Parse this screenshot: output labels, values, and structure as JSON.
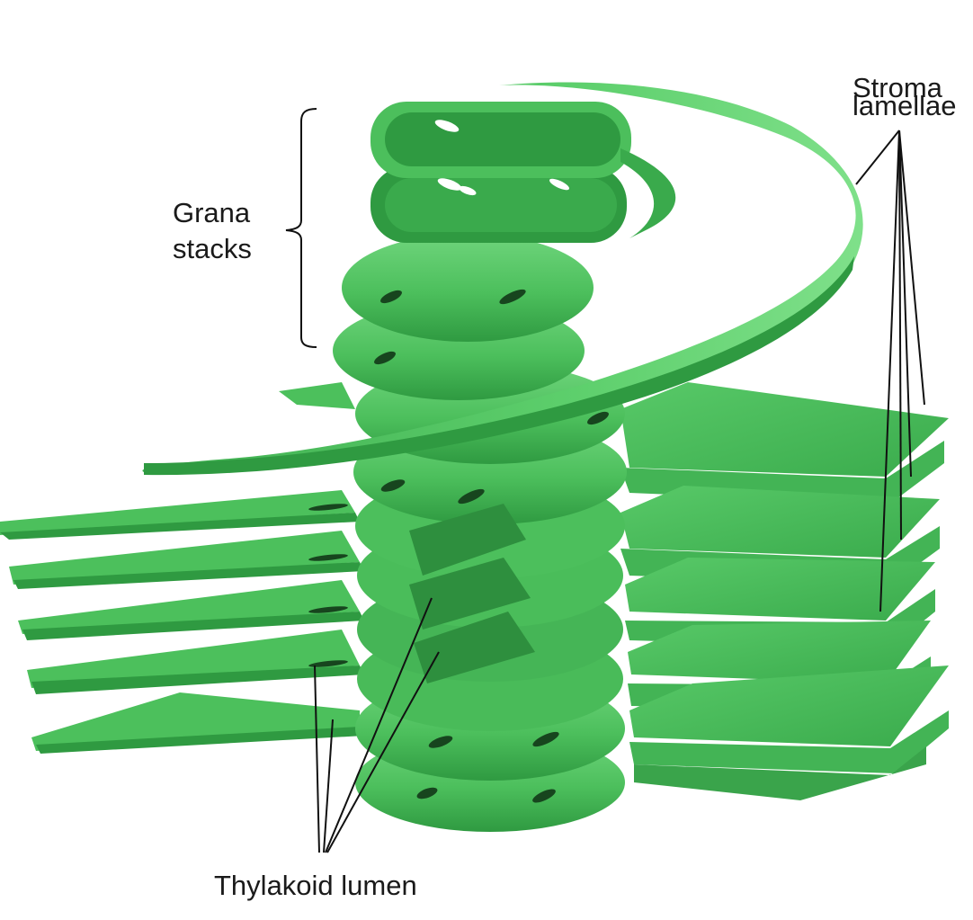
{
  "labels": {
    "grana_line1": "Grana",
    "grana_line2": "stacks",
    "stroma_line1": "Stroma",
    "stroma_line2": "lamellae",
    "lumen": "Thylakoid lumen"
  },
  "colors": {
    "membrane": "#4fc35f",
    "membrane_dark": "#2e9a40",
    "membrane_light": "#7fdc88",
    "lumen_hole": "#17451e",
    "leader_line": "#111111"
  }
}
